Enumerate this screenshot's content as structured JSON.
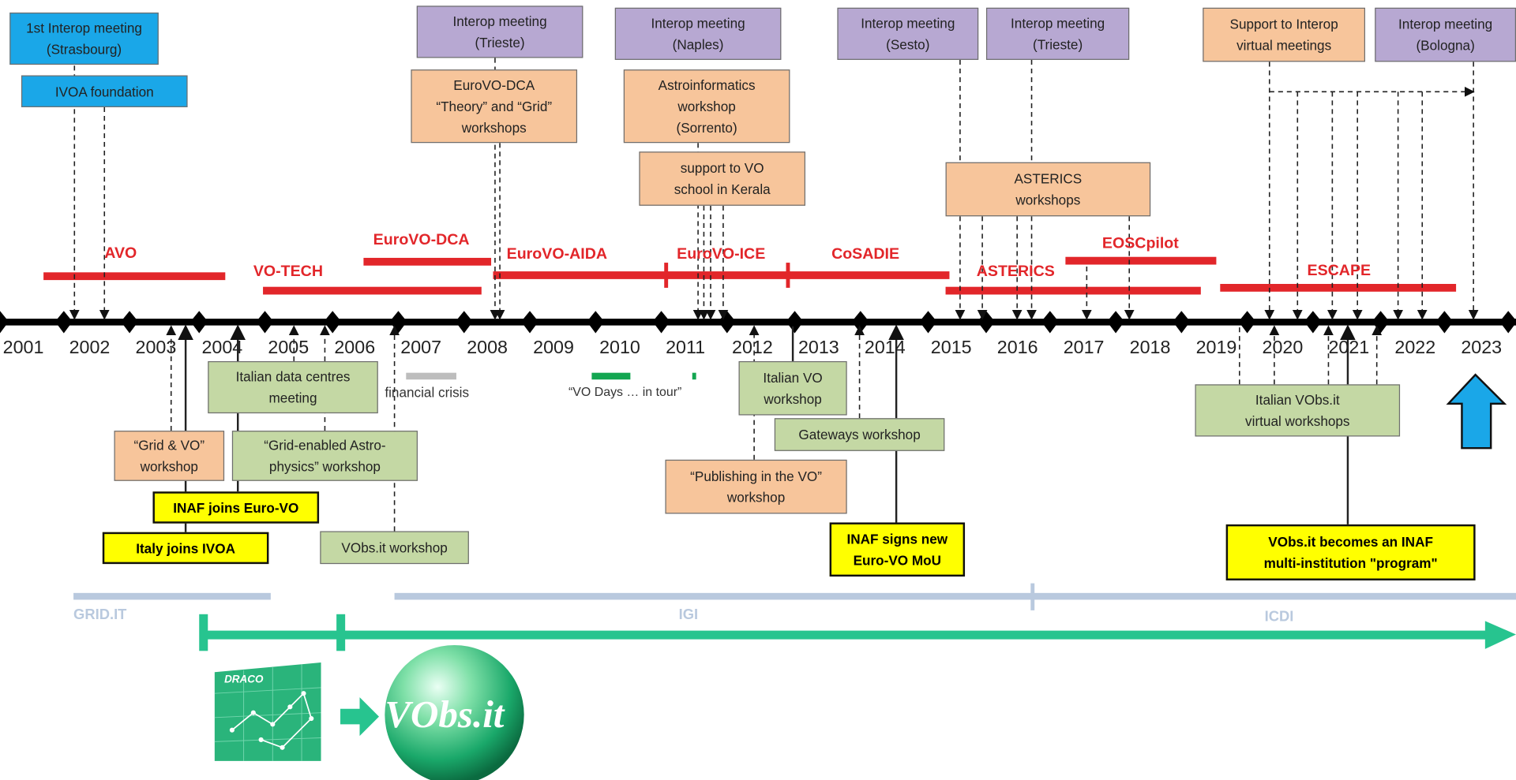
{
  "years": [
    "2001",
    "2002",
    "2003",
    "2004",
    "2005",
    "2006",
    "2007",
    "2008",
    "2009",
    "2010",
    "2011",
    "2012",
    "2013",
    "2014",
    "2015",
    "2016",
    "2017",
    "2018",
    "2019",
    "2020",
    "2021",
    "2022",
    "2023"
  ],
  "projects": {
    "avo": "AVO",
    "votech": "VO-TECH",
    "eurovo_dca": "EuroVO-DCA",
    "eurovo_aida": "EuroVO-AIDA",
    "eurovo_ice": "EuroVO-ICE",
    "cosadie": "CoSADIE",
    "asterics": "ASTERICS",
    "eoscpilot": "EOSCpilot",
    "escape": "ESCAPE"
  },
  "top_events": {
    "interop_strasbourg": "1st Interop meeting\n(Strasbourg)",
    "ivoa_foundation": "IVOA foundation",
    "interop_trieste_2008": "Interop meeting\n(Trieste)",
    "eurovo_dca_workshops": "EuroVO-DCA\n“Theory” and “Grid”\nworkshops",
    "interop_naples": "Interop meeting\n(Naples)",
    "astroinformatics": "Astroinformatics\nworkshop\n(Sorrento)",
    "vo_school_kerala": "support to VO\nschool in Kerala",
    "interop_sesto": "Interop meeting\n(Sesto)",
    "interop_trieste_2016": "Interop meeting\n(Trieste)",
    "asterics_workshops": "ASTERICS\nworkshops",
    "support_interop_virtual": "Support to Interop\nvirtual meetings",
    "interop_bologna": "Interop meeting\n(Bologna)"
  },
  "bottom_events": {
    "italian_data_centres": "Italian data centres\nmeeting",
    "grid_vo_workshop": "“Grid & VO”\nworkshop",
    "grid_enabled_astro": "“Grid-enabled Astro-\nphysics” workshop",
    "inaf_joins_eurovo": "INAF joins Euro-VO",
    "italy_joins_ivoa": "Italy joins IVOA",
    "vobs_workshop": "VObs.it workshop",
    "financial_crisis": "financial crisis",
    "vo_days": "“VO Days … in tour”",
    "italian_vo_workshop": "Italian VO\nworkshop",
    "gateways_workshop": "Gateways workshop",
    "publishing_vo": "“Publishing in the VO”\nworkshop",
    "inaf_signs_mou": "INAF signs new\nEuro-VO MoU",
    "italian_vobs_virtual": "Italian VObs.it\nvirtual workshops",
    "vobs_program": "VObs.it becomes an INAF\nmulti-institution \"program\""
  },
  "infrastructures": {
    "grid_it": "GRID.IT",
    "igi": "IGI",
    "icdi": "ICDI"
  },
  "logos": {
    "draco": "DRACO",
    "vobs": "VObs.it"
  },
  "colors": {
    "project_red": "#e2262a",
    "timeline_black": "#000000",
    "infra_bar": "#b9c9de",
    "teal_arrow": "#27c48f",
    "today_arrow": "#1aa7e8"
  }
}
